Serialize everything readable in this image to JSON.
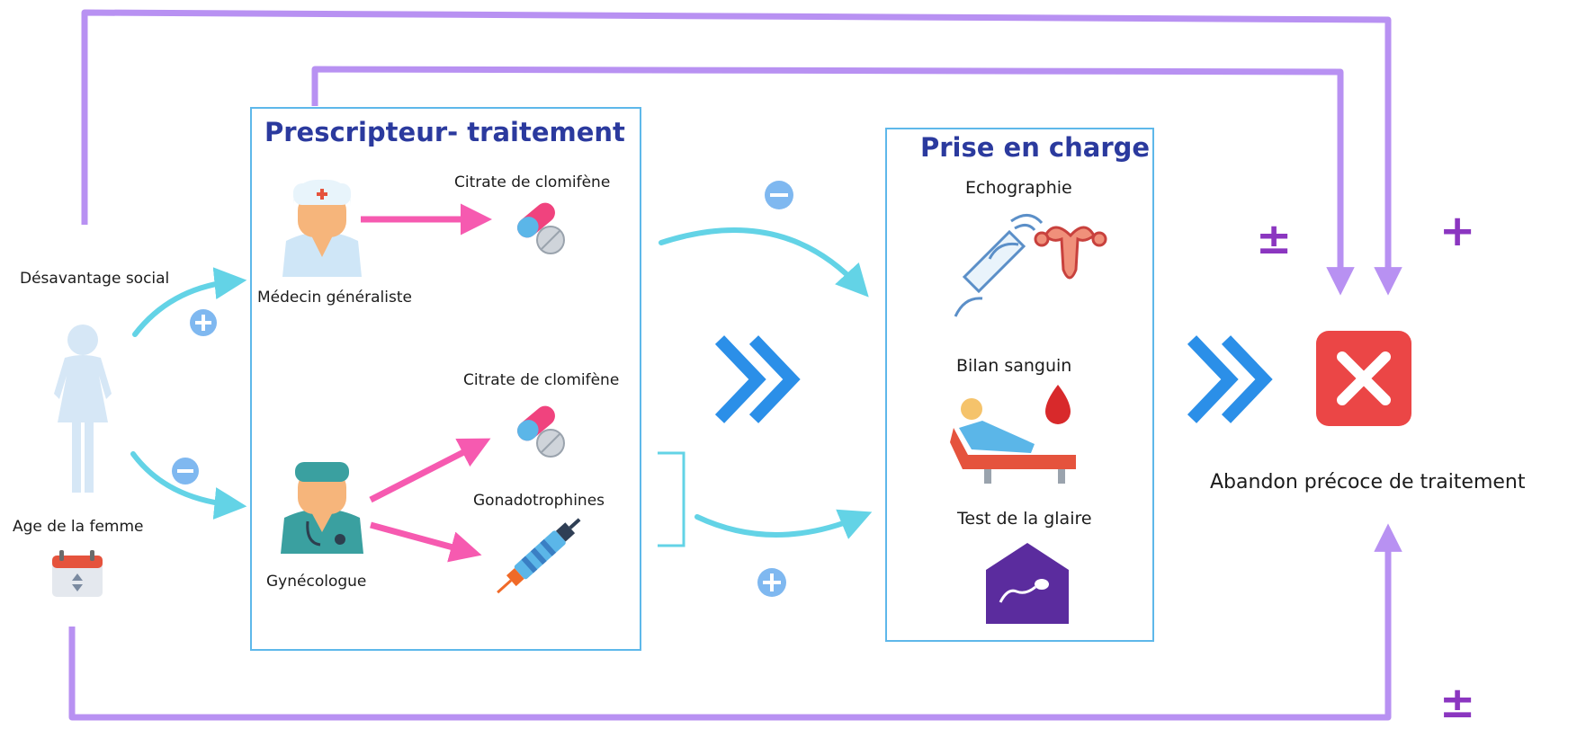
{
  "colors": {
    "lavender": "#b891f2",
    "cyan": "#63d3e6",
    "pink": "#f65ab0",
    "blue_chevron": "#2b8fe8",
    "title_blue": "#2b3a9e",
    "box_border": "#5eb8ea",
    "purple_sign": "#8b36c0",
    "badge_blue": "#7fb8f0",
    "red_x": "#eb4646",
    "pale_person": "#d6e7f6"
  },
  "left": {
    "social_label": "Désavantage social",
    "age_label": "Age de la femme"
  },
  "prescripteur": {
    "title": "Prescripteur- traitement",
    "gp_label": "Médecin généraliste",
    "gp_drug_label": "Citrate de clomifène",
    "gyn_label": "Gynécologue",
    "gyn_drug1_label": "Citrate de clomifène",
    "gyn_drug2_label": "Gonadotrophines"
  },
  "prise": {
    "title": "Prise en charge",
    "item1": "Echographie",
    "item2": "Bilan sanguin",
    "item3": "Test de la glaire"
  },
  "outcome": {
    "label": "Abandon précoce de traitement",
    "sign_pm_mid": "±",
    "sign_plus_top": "+",
    "sign_pm_bottom": "±"
  },
  "icons": {
    "woman": "woman-silhouette-icon",
    "calendar": "calendar-icon",
    "gp": "general-practitioner-icon",
    "gyn": "gynecologist-icon",
    "pills": "pills-icon",
    "syringe": "syringe-icon",
    "ultrasound": "ultrasound-uterus-icon",
    "blood": "blood-test-icon",
    "mucus": "sperm-test-icon",
    "abandon": "close-x-icon"
  }
}
